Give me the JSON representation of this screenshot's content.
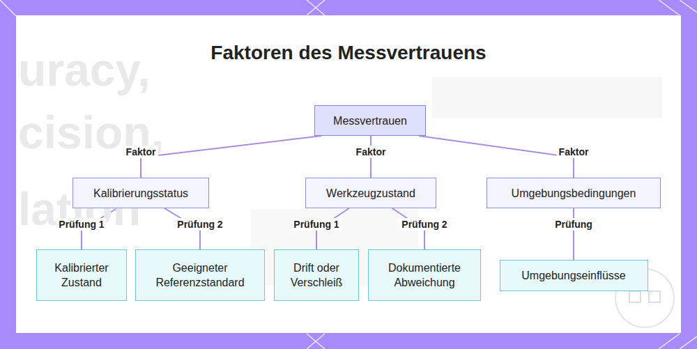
{
  "diagram": {
    "title": "Faktoren des Messvertrauens",
    "nodes": [
      {
        "text": [
          "Messvertrauen"
        ]
      },
      {
        "text": [
          "Kalibrierungsstatus"
        ]
      },
      {
        "text": [
          "Werkzeugzustand"
        ]
      },
      {
        "text": [
          "Umgebungsbedingungen"
        ]
      },
      {
        "text": [
          "Kalibrierter Zustand"
        ]
      },
      {
        "text": [
          "Geeigneter Referenzstandard"
        ]
      },
      {
        "text": [
          "Drift oder Verschleiß"
        ]
      },
      {
        "text": [
          "Dokumentierte Abweichung"
        ]
      },
      {
        "text": [
          "Umgebungseinflüsse"
        ]
      }
    ],
    "edges": [
      {
        "from": 0,
        "to": 1,
        "label": "Faktor",
        "arrow": "none"
      },
      {
        "from": 0,
        "to": 2,
        "label": "Faktor",
        "arrow": "none"
      },
      {
        "from": 0,
        "to": 3,
        "label": "Faktor",
        "arrow": "none"
      },
      {
        "from": 1,
        "to": 4,
        "label": "Prüfung 1",
        "arrow": "none"
      },
      {
        "from": 1,
        "to": 5,
        "label": "Prüfung 2",
        "arrow": "none"
      },
      {
        "from": 2,
        "to": 6,
        "label": "Prüfung 1",
        "arrow": "none"
      },
      {
        "from": 2,
        "to": 7,
        "label": "Prüfung 2",
        "arrow": "none"
      },
      {
        "from": 3,
        "to": 8,
        "label": "Prüfung",
        "arrow": "none"
      }
    ],
    "labels": [
      "uracy,",
      "cision,",
      "lation"
    ]
  }
}
